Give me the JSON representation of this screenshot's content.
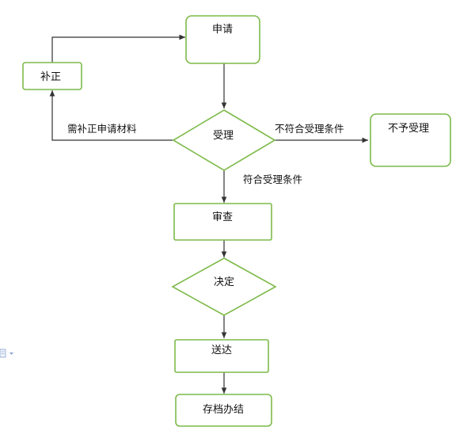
{
  "diagram": {
    "nodes": {
      "apply": "申请",
      "correct": "补正",
      "accept": "受理",
      "reject": "不予受理",
      "review": "审查",
      "decide": "决定",
      "deliver": "送达",
      "archive": "存档办结"
    },
    "edges": {
      "need_correction": "需补正申请材料",
      "not_eligible": "不符合受理条件",
      "eligible": "符合受理条件"
    }
  },
  "colors": {
    "node_border": "#7dba4a",
    "line": "#333333",
    "text": "#111111"
  },
  "icons": [
    "document-icon",
    "chevron-down-icon"
  ]
}
